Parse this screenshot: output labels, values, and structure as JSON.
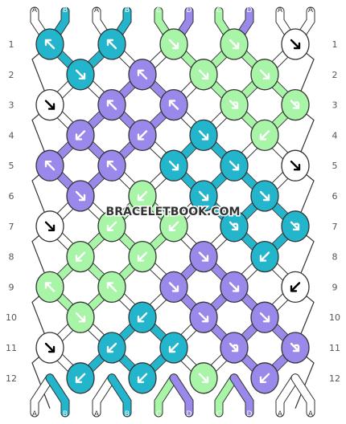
{
  "colors": {
    "A": "#ffffff",
    "B": "#22b5cc",
    "C": "#a8f5a8",
    "D": "#9a88ea"
  },
  "top_strands": [
    "A",
    "B",
    "A",
    "B",
    "C",
    "D",
    "C",
    "D",
    "A",
    "A"
  ],
  "bottom_strands": [
    "A",
    "B",
    "A",
    "B",
    "C",
    "D",
    "C",
    "D",
    "A",
    "A"
  ],
  "row_numbers": [
    "1",
    "2",
    "3",
    "4",
    "5",
    "6",
    "7",
    "8",
    "9",
    "10",
    "11",
    "12"
  ],
  "watermark": "BRACELETBOOK.COM",
  "knot_rows": [
    [
      {
        "c": "B",
        "a": "nw"
      },
      {
        "c": "B",
        "a": "nw"
      },
      {
        "c": "C",
        "a": "se"
      },
      {
        "c": "C",
        "a": "se"
      },
      {
        "c": "A",
        "a": "se"
      }
    ],
    [
      {
        "c": "B",
        "a": "se"
      },
      {
        "c": "D",
        "a": "nw"
      },
      {
        "c": "C",
        "a": "se"
      },
      {
        "c": "C",
        "a": "se"
      }
    ],
    [
      {
        "c": "A",
        "a": "se"
      },
      {
        "c": "D",
        "a": "nw"
      },
      {
        "c": "D",
        "a": "nw"
      },
      {
        "c": "C",
        "a": "se_r"
      },
      {
        "c": "C",
        "a": "se_r"
      }
    ],
    [
      {
        "c": "D",
        "a": "sw"
      },
      {
        "c": "D",
        "a": "sw"
      },
      {
        "c": "B",
        "a": "se"
      },
      {
        "c": "C",
        "a": "sw"
      }
    ],
    [
      {
        "c": "D",
        "a": "nw"
      },
      {
        "c": "D",
        "a": "nw"
      },
      {
        "c": "B",
        "a": "se"
      },
      {
        "c": "B",
        "a": "se"
      },
      {
        "c": "A",
        "a": "se"
      }
    ],
    [
      {
        "c": "D",
        "a": "se"
      },
      {
        "c": "C",
        "a": "sw"
      },
      {
        "c": "B",
        "a": "se"
      },
      {
        "c": "B",
        "a": "se"
      }
    ],
    [
      {
        "c": "A",
        "a": "se"
      },
      {
        "c": "C",
        "a": "sw"
      },
      {
        "c": "C",
        "a": "sw"
      },
      {
        "c": "B",
        "a": "se_r"
      },
      {
        "c": "B",
        "a": "se_r"
      }
    ],
    [
      {
        "c": "C",
        "a": "sw"
      },
      {
        "c": "C",
        "a": "sw"
      },
      {
        "c": "D",
        "a": "se"
      },
      {
        "c": "B",
        "a": "sw"
      }
    ],
    [
      {
        "c": "C",
        "a": "nw"
      },
      {
        "c": "C",
        "a": "nw"
      },
      {
        "c": "D",
        "a": "se"
      },
      {
        "c": "D",
        "a": "se"
      },
      {
        "c": "A",
        "a": "sw"
      }
    ],
    [
      {
        "c": "C",
        "a": "se"
      },
      {
        "c": "B",
        "a": "sw"
      },
      {
        "c": "D",
        "a": "se"
      },
      {
        "c": "D",
        "a": "se"
      }
    ],
    [
      {
        "c": "A",
        "a": "se"
      },
      {
        "c": "B",
        "a": "sw"
      },
      {
        "c": "B",
        "a": "sw"
      },
      {
        "c": "D",
        "a": "se_r"
      },
      {
        "c": "D",
        "a": "se_r"
      }
    ],
    [
      {
        "c": "B",
        "a": "sw"
      },
      {
        "c": "B",
        "a": "sw"
      },
      {
        "c": "C",
        "a": "se"
      },
      {
        "c": "D",
        "a": "sw"
      }
    ]
  ]
}
